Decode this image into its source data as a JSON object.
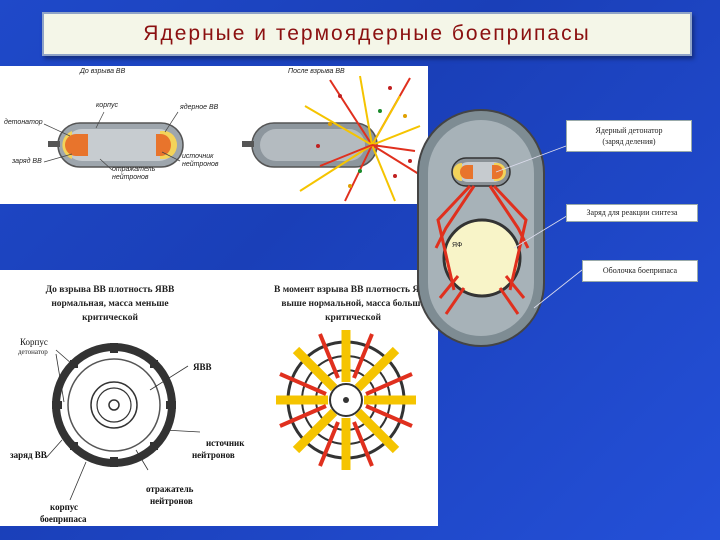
{
  "title": "Ядерные и термоядерные боеприпасы",
  "top_panel": {
    "before_label": "До взрыва ВВ",
    "after_label": "После взрыва ВВ",
    "labels": {
      "korpus": "корпус",
      "detonator": "детонатор",
      "zaryad": "заряд ВВ",
      "otrazhatel": "отражатель нейтронов",
      "yadernoe_vv": "ядерное ВВ",
      "istochnik": "источник нейтронов"
    }
  },
  "bottom_panel": {
    "caption_before": "До взрыва ВВ плотность ЯВВ нормальная, масса меньше критической",
    "caption_after": "В момент взрыва ВВ плотность ЯВВ выше нормальной, масса больше критической",
    "labels": {
      "korpus_detonator_1": "Корпус",
      "korpus_detonator_2": "детонатор",
      "yavv": "ЯВВ",
      "istochnik_1": "источник",
      "istochnik_2": "нейтронов",
      "zaryad_vv": "заряд ВВ",
      "otrazhatel_1": "отражатель",
      "otrazhatel_2": "нейтронов",
      "korpus_bp_1": "корпус",
      "korpus_bp_2": "боеприпаса"
    }
  },
  "right_diagram": {
    "inner_label": "ЯФ",
    "callout_1_line1": "Ядерный детонатор",
    "callout_1_line2": "(заряд деления)",
    "callout_2": "Заряд для реакции синтеза",
    "callout_3": "Оболочка боеприпаса"
  },
  "colors": {
    "background": "#1f49c9",
    "title_text": "#8b1010",
    "arrow_red": "#e0301e",
    "arrow_yellow": "#f5c400",
    "shell_gray": "#7e8c93"
  }
}
